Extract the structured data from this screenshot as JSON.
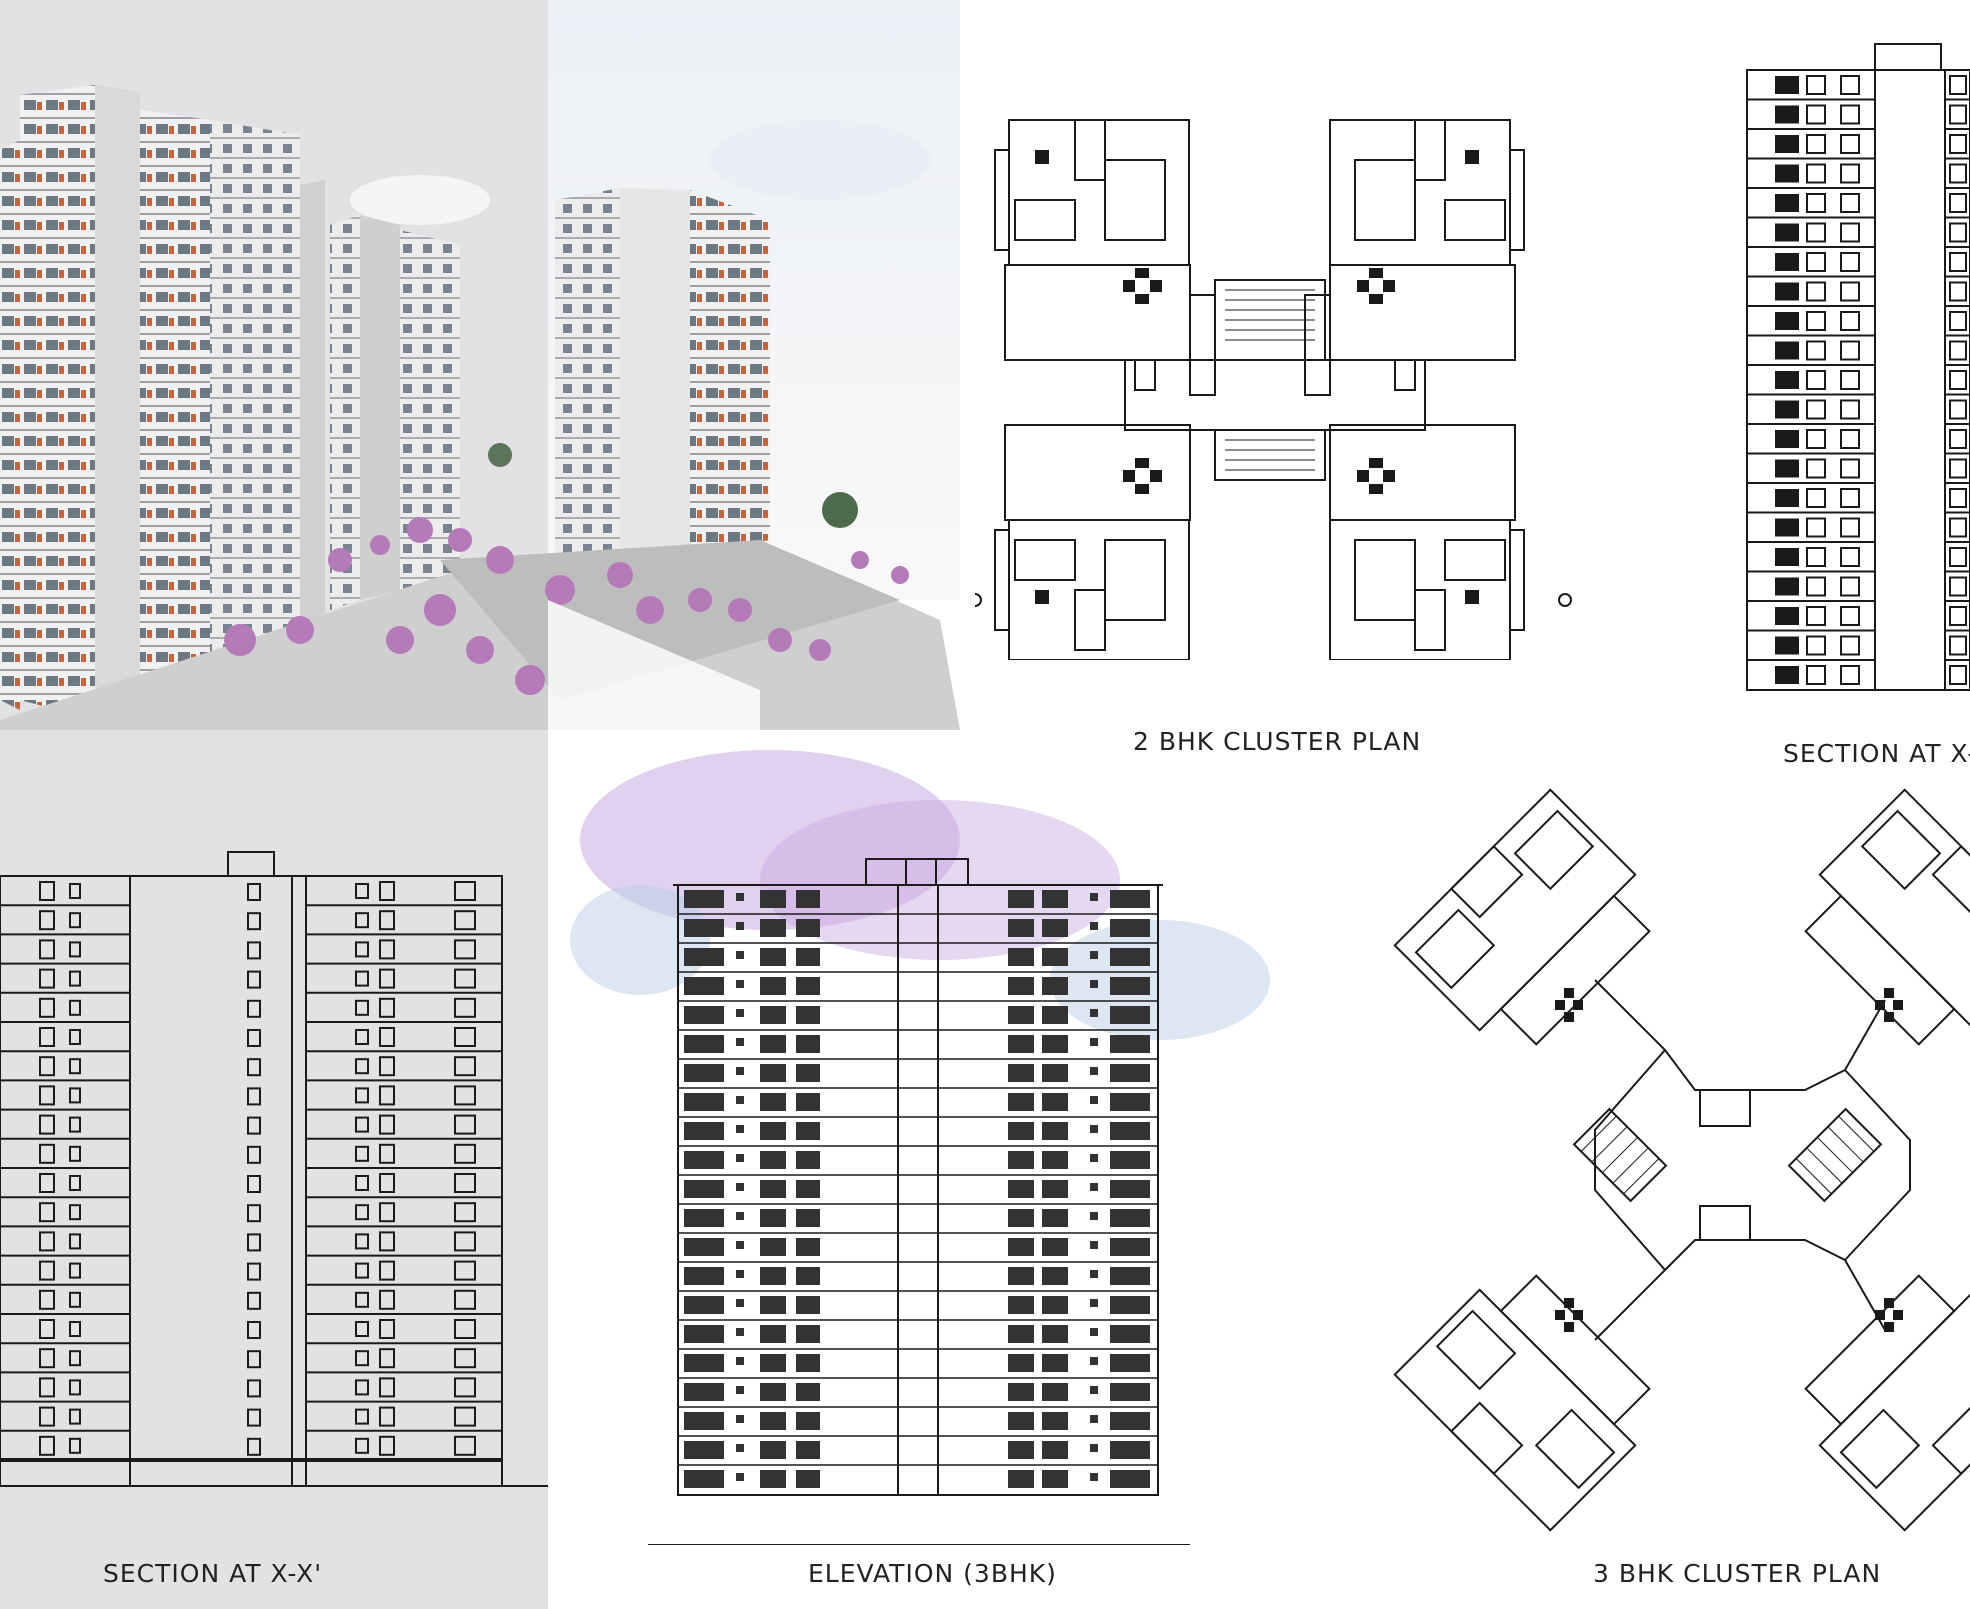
{
  "captions": {
    "cluster_2bhk": "2 BHK CLUSTER PLAN",
    "section_right": "SECTION AT X-",
    "section_left": "SECTION AT X-X'",
    "elevation": "ELEVATION (3BHK)",
    "cluster_3bhk": "3 BHK CLUSTER PLAN"
  },
  "colors": {
    "panel_grey": "#e2e2e4",
    "line": "#1a1a1a",
    "splash_purple": "#c9a9e0",
    "splash_blue": "#b9cfe8",
    "tree_pink": "#b57ab8"
  }
}
